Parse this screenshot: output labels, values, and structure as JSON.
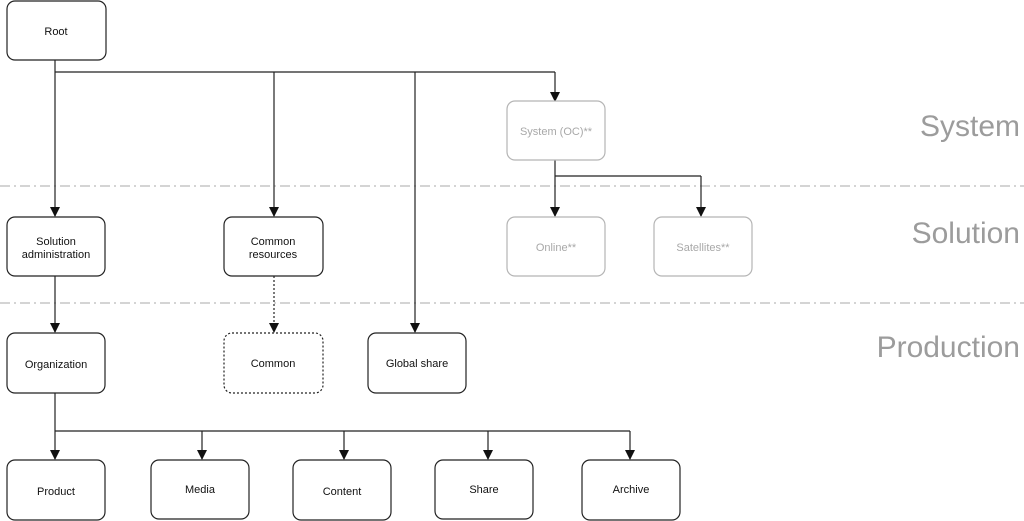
{
  "layers": {
    "system": "System",
    "solution": "Solution",
    "production": "Production"
  },
  "nodes": {
    "root": "Root",
    "system_oc": "System (OC)**",
    "solution_admin": [
      "Solution",
      "administration"
    ],
    "common_resources": [
      "Common",
      "resources"
    ],
    "online": "Online**",
    "satellites": "Satellites**",
    "organization": "Organization",
    "common": "Common",
    "global_share": "Global share",
    "product": "Product",
    "media": "Media",
    "content": "Content",
    "share": "Share",
    "archive": "Archive"
  },
  "colors": {
    "line": "#222222",
    "dim": "#b5b5b5",
    "layer_label": "#9c9c9c"
  }
}
